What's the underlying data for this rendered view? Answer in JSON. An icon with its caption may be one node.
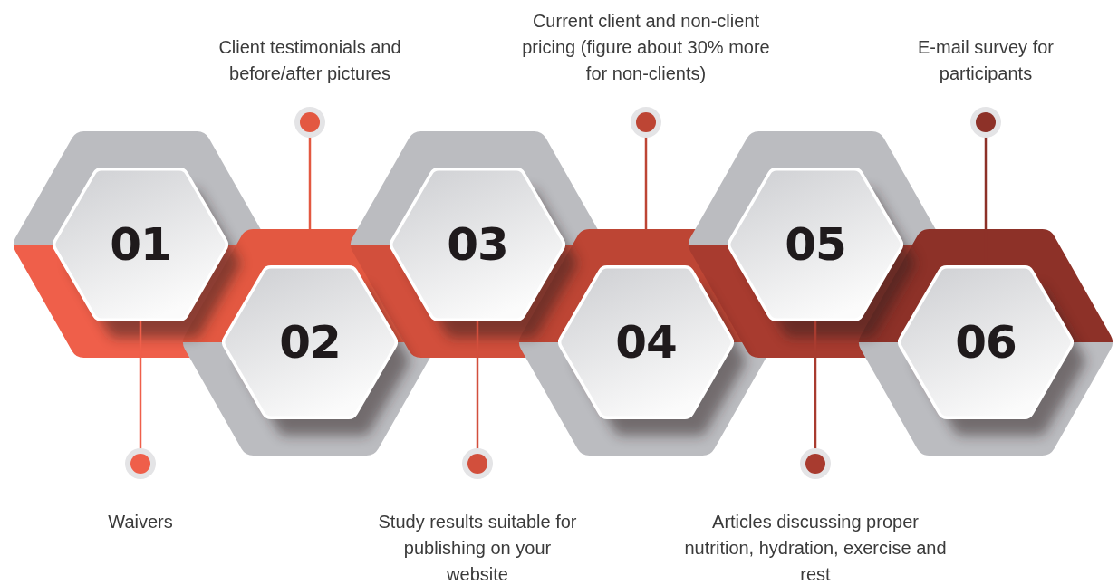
{
  "diagram": {
    "nodes": [
      {
        "text": [
          "01"
        ]
      },
      {
        "text": [
          "02"
        ]
      },
      {
        "text": [
          "03"
        ]
      },
      {
        "text": [
          "04"
        ]
      },
      {
        "text": [
          "05"
        ]
      },
      {
        "text": [
          "06"
        ]
      },
      {
        "text": [],
        "shape": "circle",
        "beside": [
          "Waivers"
        ]
      },
      {
        "text": [],
        "shape": "circle",
        "beside": [
          "Client testimonials and before/after pictures"
        ]
      },
      {
        "text": [],
        "shape": "circle",
        "beside": [
          "Study results suitable for publishing on your website"
        ]
      },
      {
        "text": [],
        "shape": "circle",
        "beside": [
          "Current client and non-client pricing (figure about 30% more for non-clients)"
        ]
      },
      {
        "text": [],
        "shape": "circle",
        "beside": [
          "Articles discussing proper nutrition, hydration, exercise and rest"
        ]
      },
      {
        "text": [],
        "shape": "circle",
        "beside": [
          "E-mail survey for participants"
        ]
      }
    ],
    "edges": [
      {
        "from": 6,
        "to": 0,
        "arrow": "none",
        "color": "#ef5f4a"
      },
      {
        "from": 7,
        "to": 1,
        "arrow": "none",
        "color": "#e35841"
      },
      {
        "from": 8,
        "to": 2,
        "arrow": "none",
        "color": "#d24f3c"
      },
      {
        "from": 9,
        "to": 3,
        "arrow": "none",
        "color": "#bd4534"
      },
      {
        "from": 10,
        "to": 4,
        "arrow": "none",
        "color": "#a83b2f"
      },
      {
        "from": 11,
        "to": 5,
        "arrow": "none",
        "color": "#8d3128"
      }
    ]
  }
}
